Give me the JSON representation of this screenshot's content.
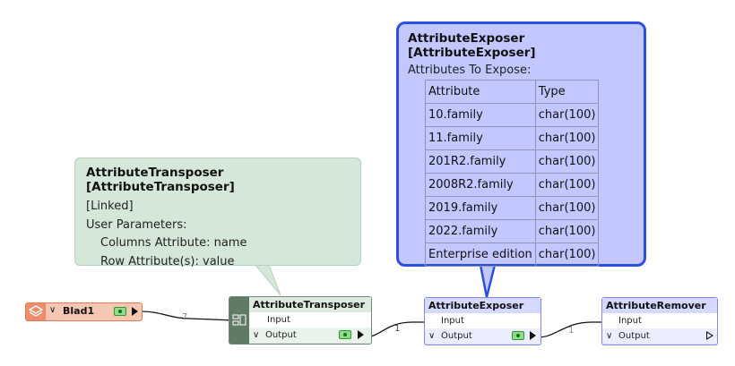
{
  "tooltip_transposer": {
    "title": "AttributeTransposer [AttributeTransposer]",
    "linked": "[Linked]",
    "params_label": "User Parameters:",
    "param1": "Columns Attribute: name",
    "param2": "Row Attribute(s): value"
  },
  "tooltip_exposer": {
    "title": "AttributeExposer [AttributeExposer]",
    "subtitle": "Attributes To Expose:",
    "headers": [
      "Attribute",
      "Type"
    ],
    "rows": [
      [
        "10.family",
        "char(100)"
      ],
      [
        "11.family",
        "char(100)"
      ],
      [
        "201R2.family",
        "char(100)"
      ],
      [
        "2008R2.family",
        "char(100)"
      ],
      [
        "2019.family",
        "char(100)"
      ],
      [
        "2022.family",
        "char(100)"
      ],
      [
        "Enterprise edition",
        "char(100)"
      ]
    ]
  },
  "reader": {
    "label": "Blad1"
  },
  "transposer": {
    "title": "AttributeTransposer",
    "input": "Input",
    "output": "Output"
  },
  "exposer": {
    "title": "AttributeExposer",
    "input": "Input",
    "output": "Output"
  },
  "remover": {
    "title": "AttributeRemover",
    "input": "Input",
    "output": "Output"
  },
  "connections": {
    "c1": "7",
    "c2": "1",
    "c3": "1"
  },
  "colors": {
    "reader": "#f08c6a",
    "transposer": "#5f7a65",
    "exposer": "#c2c8ff",
    "exposer_border": "#2d4fe0"
  }
}
